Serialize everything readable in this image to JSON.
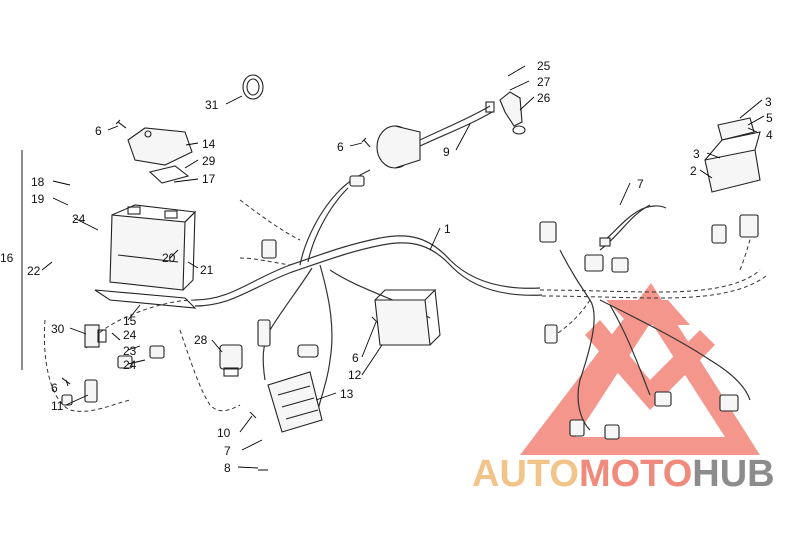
{
  "diagram": {
    "callouts": {
      "c1": "1",
      "c2": "2",
      "c3a": "3",
      "c3b": "3",
      "c4": "4",
      "c5": "5",
      "c6a": "6",
      "c6b": "6",
      "c6c": "6",
      "c6d": "6",
      "c7a": "7",
      "c7b": "7",
      "c8": "8",
      "c9": "9",
      "c10": "10",
      "c11": "11",
      "c12": "12",
      "c13": "13",
      "c14": "14",
      "c15": "15",
      "c16": "16",
      "c17": "17",
      "c18": "18",
      "c19": "19",
      "c20": "20",
      "c21": "21",
      "c22": "22",
      "c23": "23",
      "c24a": "24",
      "c24b": "24",
      "c24c": "24",
      "c25": "25",
      "c26": "26",
      "c27": "27",
      "c28": "28",
      "c29": "29",
      "c30": "30",
      "c31": "31"
    }
  },
  "watermark": {
    "part1": "AUTO",
    "part2": "MOTO",
    "part3": "HUB",
    "colors": {
      "auto": "#f2c48a",
      "moto": "#f08a7c",
      "hub": "#8c8c8c",
      "logo": "#f27468"
    }
  }
}
